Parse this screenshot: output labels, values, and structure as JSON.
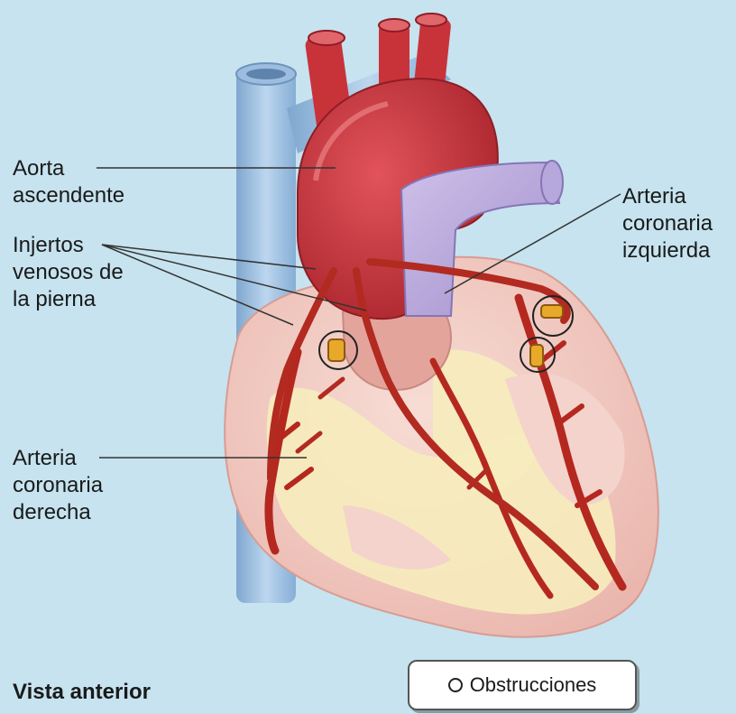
{
  "labels": {
    "aorta": [
      "Aorta",
      "ascendente"
    ],
    "injertos": [
      "Injertos",
      "venosos de",
      "la pierna"
    ],
    "coronaria_izquierda": [
      "Arteria",
      "coronaria",
      "izquierda"
    ],
    "coronaria_derecha": [
      "Arteria",
      "coronaria",
      "derecha"
    ],
    "vista": "Vista anterior"
  },
  "legend": {
    "text": "Obstrucciones",
    "icon": "circle-outline-icon"
  },
  "colors": {
    "background": "#c6e3ef",
    "aorta": "#c8333a",
    "vein": "#a9c9e6",
    "pulmonary": "#b9a9d8",
    "heart": "#f1c9c2",
    "fat": "#f6ecbc",
    "artery": "#b5281f",
    "blockage": "#e8a92a"
  }
}
